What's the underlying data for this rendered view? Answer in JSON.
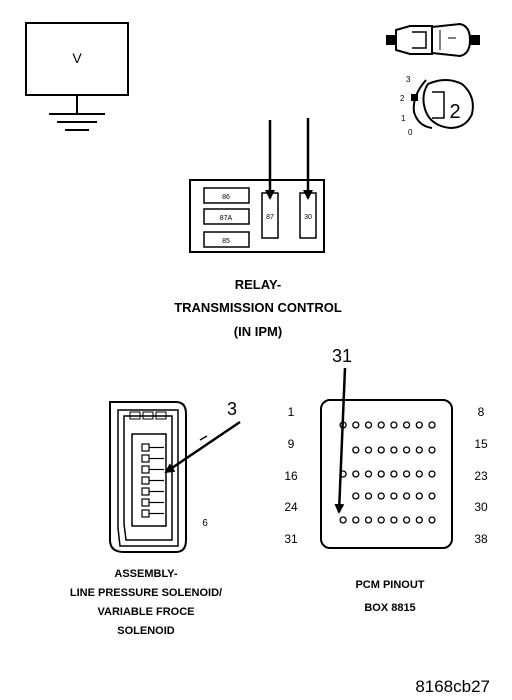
{
  "meter": {
    "label": "V"
  },
  "key_symbol": {
    "position_labels": [
      "3",
      "2",
      "1",
      "0"
    ],
    "number": "2"
  },
  "relay": {
    "terminals": [
      "86",
      "87A",
      "85",
      "87",
      "30"
    ],
    "title_lines": [
      "RELAY-",
      "TRANSMISSION CONTROL",
      "(IN IPM)"
    ]
  },
  "connector": {
    "pin_callout": "3",
    "end_label": "6",
    "caption_lines": [
      "ASSEMBLY-",
      "LINE PRESSURE SOLENOID/",
      "VARIABLE FROCE",
      "SOLENOID"
    ]
  },
  "pcm": {
    "pin_callout": "31",
    "left_labels": [
      "1",
      "9",
      "16",
      "24",
      "31"
    ],
    "right_labels": [
      "8",
      "15",
      "23",
      "30",
      "38"
    ],
    "caption_lines": [
      "PCM PINOUT",
      "BOX 8815"
    ]
  },
  "figure_id": "8168cb27"
}
